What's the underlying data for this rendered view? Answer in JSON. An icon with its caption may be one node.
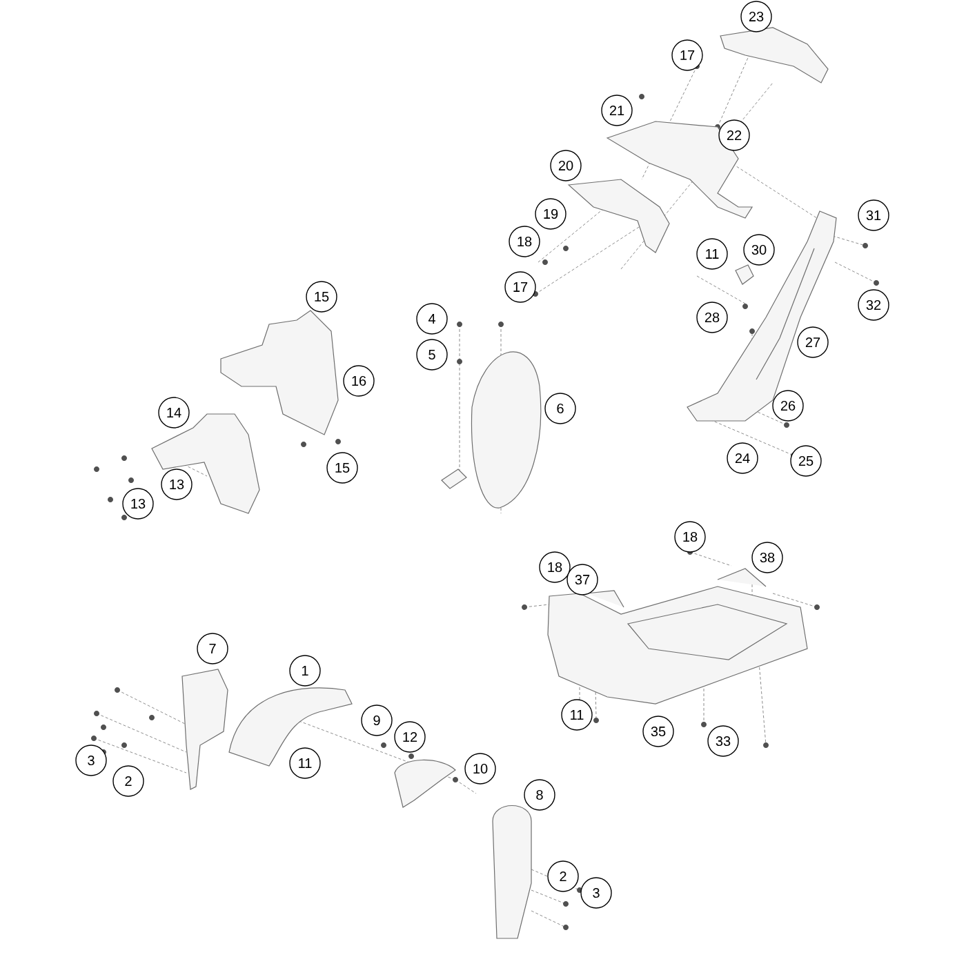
{
  "diagram": {
    "labels": [
      "23",
      "17",
      "21",
      "22",
      "20",
      "19",
      "31",
      "18",
      "11",
      "30",
      "17",
      "15",
      "32",
      "28",
      "4",
      "27",
      "5",
      "16",
      "26",
      "6",
      "14",
      "24",
      "25",
      "15",
      "13",
      "13",
      "18",
      "38",
      "18",
      "37",
      "7",
      "1",
      "11",
      "9",
      "35",
      "12",
      "33",
      "3",
      "11",
      "10",
      "2",
      "8",
      "2",
      "3"
    ]
  }
}
